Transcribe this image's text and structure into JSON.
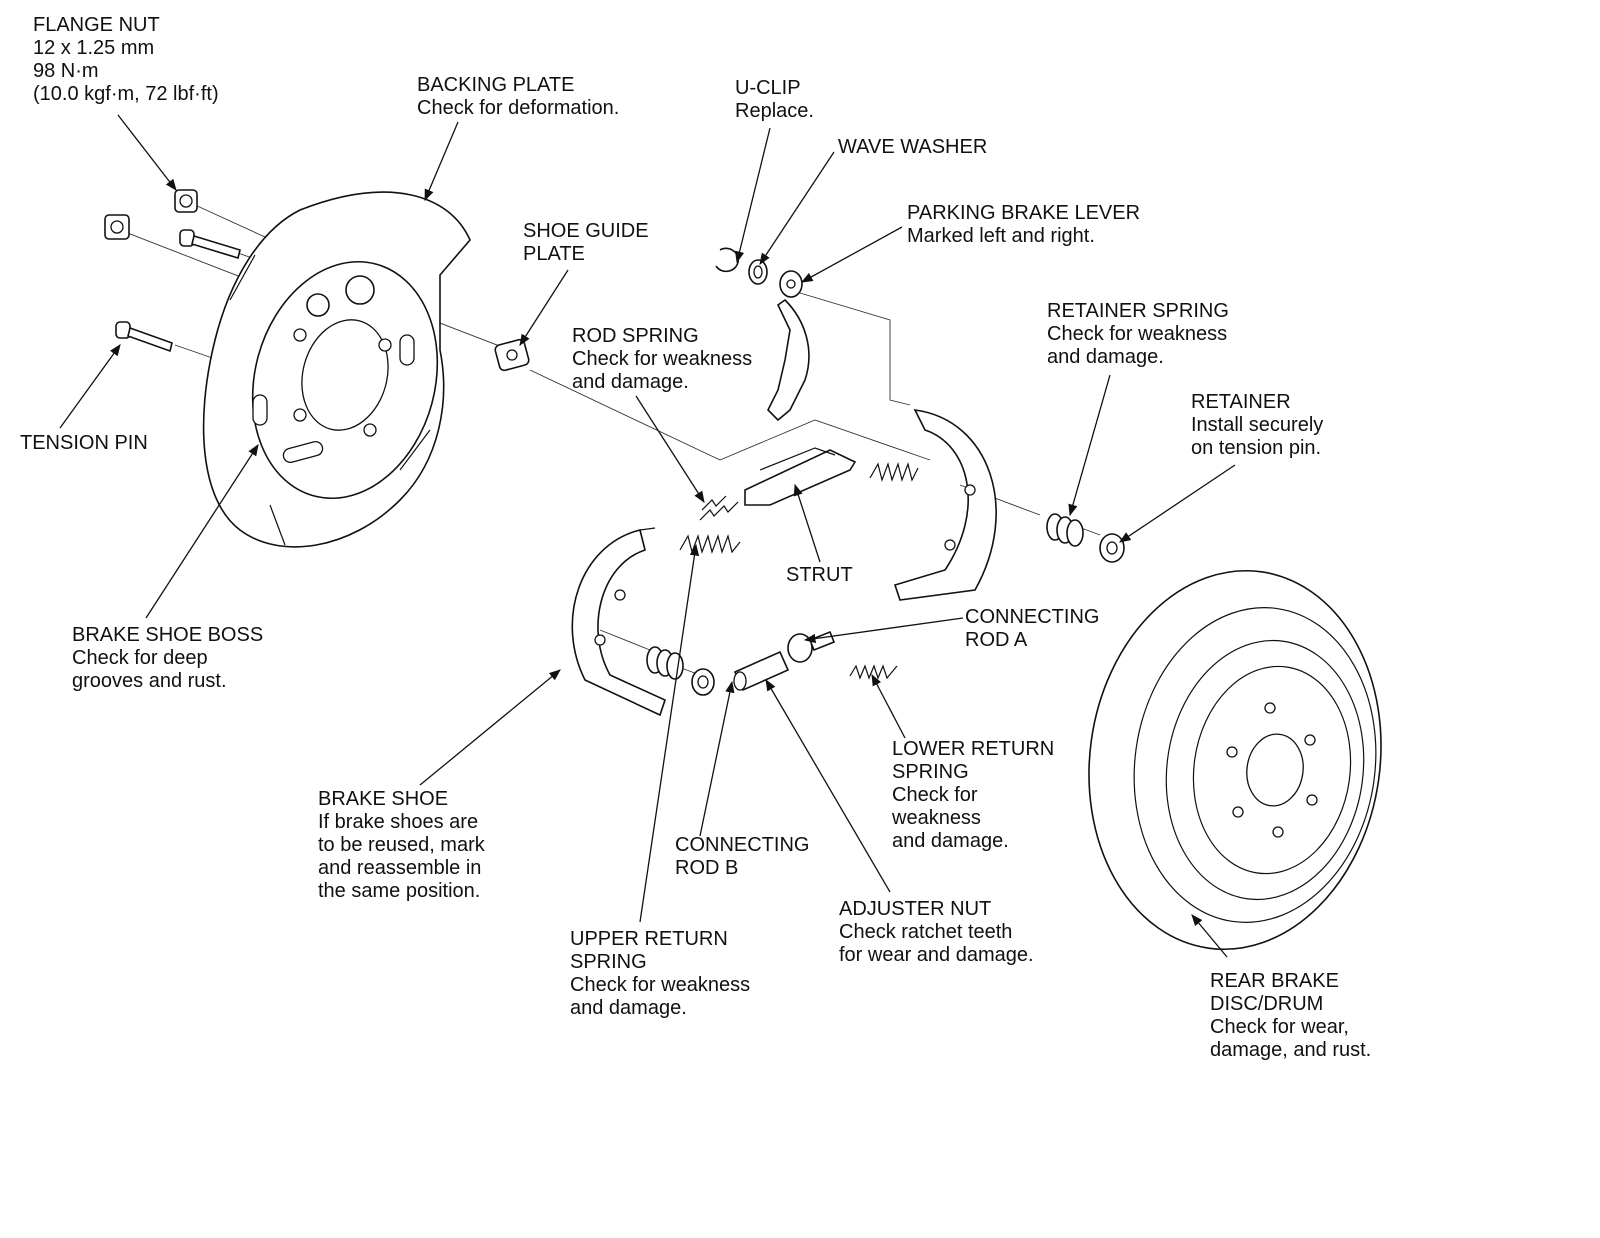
{
  "diagram": {
    "parts": [
      {
        "id": "flange_nut",
        "name": "FLANGE NUT",
        "notes": [
          "12 x 1.25 mm",
          "98 N·m",
          "(10.0 kgf·m, 72 lbf·ft)"
        ]
      },
      {
        "id": "backing_plate",
        "name": "BACKING PLATE",
        "notes": [
          "Check for deformation."
        ]
      },
      {
        "id": "u_clip",
        "name": "U-CLIP",
        "notes": [
          "Replace."
        ]
      },
      {
        "id": "wave_washer",
        "name": "WAVE WASHER",
        "notes": []
      },
      {
        "id": "parking_brake_lever",
        "name": "PARKING BRAKE LEVER",
        "notes": [
          "Marked left and right."
        ]
      },
      {
        "id": "shoe_guide_plate",
        "name": "SHOE GUIDE",
        "notes": [
          "PLATE"
        ]
      },
      {
        "id": "rod_spring",
        "name": "ROD SPRING",
        "notes": [
          "Check for weakness",
          "and damage."
        ]
      },
      {
        "id": "retainer_spring",
        "name": "RETAINER SPRING",
        "notes": [
          "Check for weakness",
          "and damage."
        ]
      },
      {
        "id": "retainer",
        "name": "RETAINER",
        "notes": [
          "Install securely",
          "on tension pin."
        ]
      },
      {
        "id": "tension_pin",
        "name": "TENSION PIN",
        "notes": []
      },
      {
        "id": "strut",
        "name": "STRUT",
        "notes": []
      },
      {
        "id": "brake_shoe_boss",
        "name": "BRAKE SHOE BOSS",
        "notes": [
          "Check for deep",
          "grooves and rust."
        ]
      },
      {
        "id": "connecting_rod_a",
        "name": "CONNECTING",
        "notes": [
          "ROD A"
        ]
      },
      {
        "id": "lower_return_spring",
        "name": "LOWER RETURN",
        "notes": [
          "SPRING",
          "Check for",
          "weakness",
          "and damage."
        ]
      },
      {
        "id": "brake_shoe",
        "name": "BRAKE SHOE",
        "notes": [
          "If brake shoes are",
          "to be reused, mark",
          "and reassemble in",
          "the same position."
        ]
      },
      {
        "id": "connecting_rod_b",
        "name": "CONNECTING",
        "notes": [
          "ROD B"
        ]
      },
      {
        "id": "adjuster_nut",
        "name": "ADJUSTER NUT",
        "notes": [
          "Check ratchet teeth",
          "for wear and damage."
        ]
      },
      {
        "id": "upper_return_spring",
        "name": "UPPER RETURN",
        "notes": [
          "SPRING",
          "Check for weakness",
          "and damage."
        ]
      },
      {
        "id": "rear_brake_disc_drum",
        "name": "REAR BRAKE",
        "notes": [
          "DISC/DRUM",
          "Check for wear,",
          "damage, and rust."
        ]
      }
    ]
  },
  "colors": {
    "line": "#111111",
    "background": "#ffffff"
  }
}
